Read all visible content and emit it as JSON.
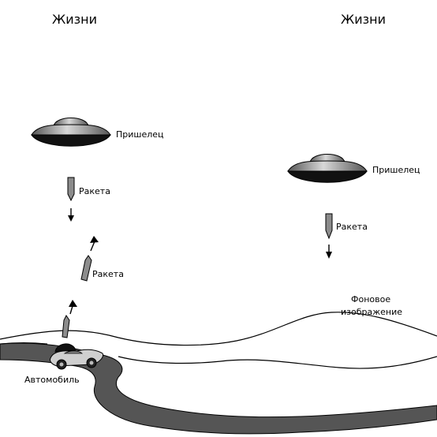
{
  "hud": {
    "lives_left": "Жизни",
    "lives_right": "Жизни"
  },
  "labels": {
    "alien_left": "Пришелец",
    "alien_right": "Пришелец",
    "rocket_down_left": "Ракета",
    "rocket_up": "Ракета",
    "rocket_down_right": "Ракета",
    "background_line1": "Фоновое",
    "background_line2": "изображение",
    "car": "Автомобиль"
  },
  "colors": {
    "ink": "#000000",
    "road": "#555555",
    "saucer_top": "#8a8a8a",
    "saucer_bottom": "#111111",
    "rocket": "#8c8c8c",
    "background": "#ffffff"
  },
  "icons": {
    "alien": "flying-saucer-icon",
    "rocket": "rocket-icon",
    "arrow_down": "arrow-down-icon",
    "arrow_up": "arrow-up-icon",
    "car": "car-icon"
  }
}
